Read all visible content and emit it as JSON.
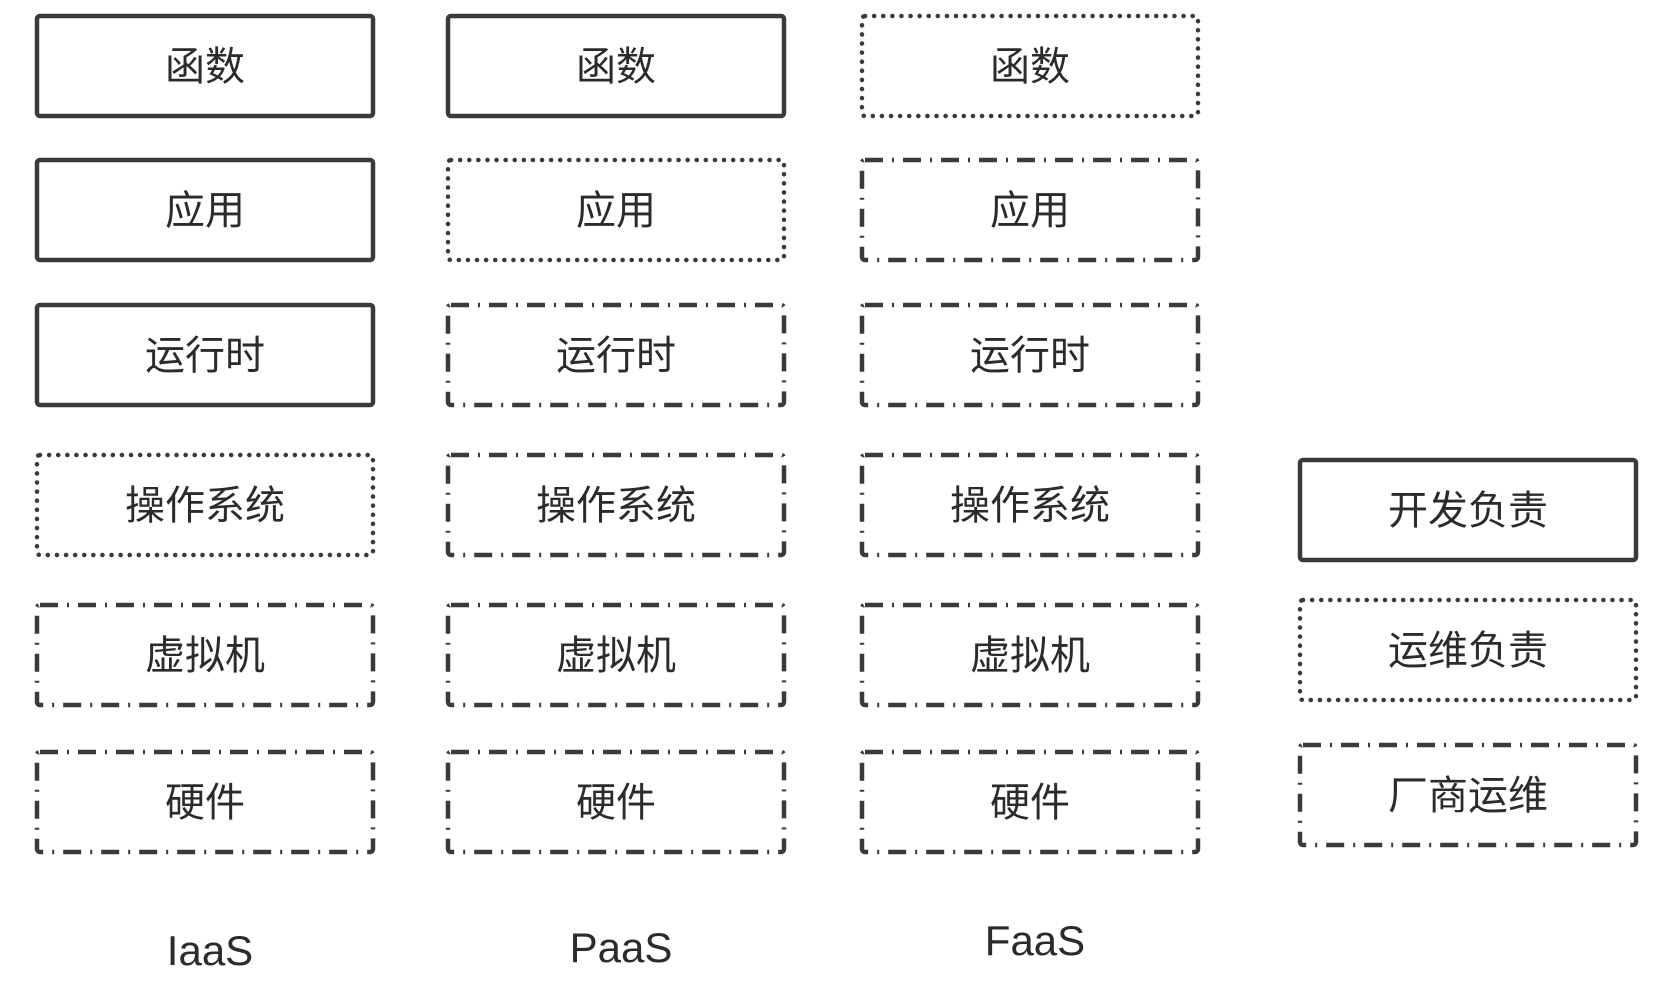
{
  "columns": [
    {
      "label": "IaaS",
      "layers": [
        {
          "text": "函数",
          "responsibility": "developer"
        },
        {
          "text": "应用",
          "responsibility": "developer"
        },
        {
          "text": "运行时",
          "responsibility": "developer"
        },
        {
          "text": "操作系统",
          "responsibility": "ops"
        },
        {
          "text": "虚拟机",
          "responsibility": "vendor"
        },
        {
          "text": "硬件",
          "responsibility": "vendor"
        }
      ]
    },
    {
      "label": "PaaS",
      "layers": [
        {
          "text": "函数",
          "responsibility": "developer"
        },
        {
          "text": "应用",
          "responsibility": "ops"
        },
        {
          "text": "运行时",
          "responsibility": "vendor"
        },
        {
          "text": "操作系统",
          "responsibility": "vendor"
        },
        {
          "text": "虚拟机",
          "responsibility": "vendor"
        },
        {
          "text": "硬件",
          "responsibility": "vendor"
        }
      ]
    },
    {
      "label": "FaaS",
      "layers": [
        {
          "text": "函数",
          "responsibility": "ops"
        },
        {
          "text": "应用",
          "responsibility": "vendor"
        },
        {
          "text": "运行时",
          "responsibility": "vendor"
        },
        {
          "text": "操作系统",
          "responsibility": "vendor"
        },
        {
          "text": "虚拟机",
          "responsibility": "vendor"
        },
        {
          "text": "硬件",
          "responsibility": "vendor"
        }
      ]
    }
  ],
  "legend": [
    {
      "text": "开发负责",
      "responsibility": "developer"
    },
    {
      "text": "运维负责",
      "responsibility": "ops"
    },
    {
      "text": "厂商运维",
      "responsibility": "vendor"
    }
  ],
  "colors": {
    "stroke": "#3a3a3a",
    "text": "#2b2b2b",
    "background": "#ffffff"
  }
}
